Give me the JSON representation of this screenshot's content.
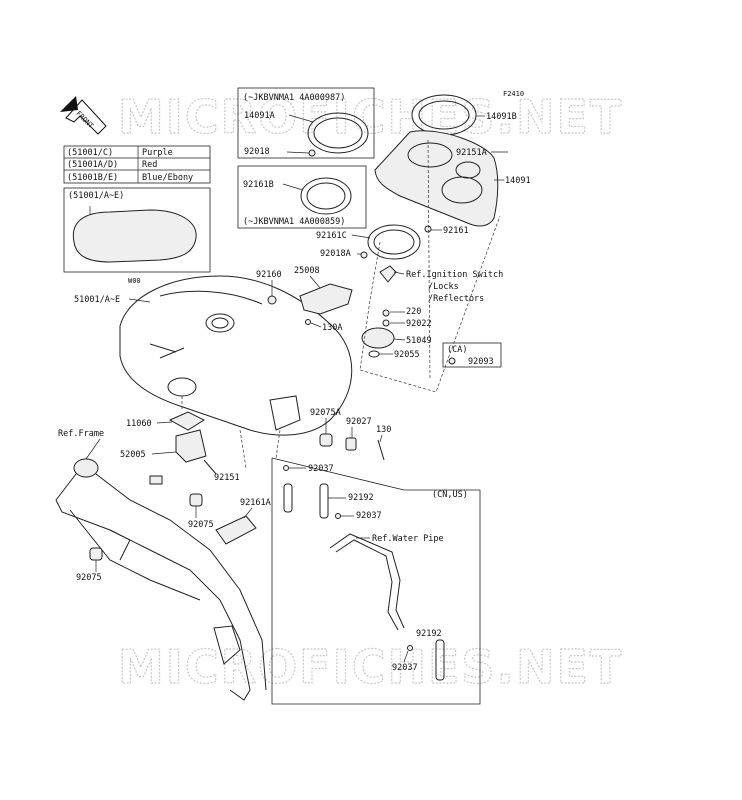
{
  "watermark": "MICROFICHES.NET",
  "figure_code": "F2410",
  "front_label": "FRONT",
  "color_table": [
    {
      "code": "(51001/C)",
      "color": "Purple"
    },
    {
      "code": "(51001A/D)",
      "color": "Red"
    },
    {
      "code": "(51001B/E)",
      "color": "Blue/Ebony"
    }
  ],
  "inset_tank": {
    "label": "(51001/A~E)",
    "caption": "W00"
  },
  "serial_notes": {
    "a": "(~JKBVNMA1 4A000987)",
    "b": "(~JKBVNMA1 4A000859)"
  },
  "region_boxes": {
    "ca": "(CA)",
    "cn_us": "(CN,US)"
  },
  "refs": {
    "ignition": "Ref.Ignition Switch",
    "locks": "/Locks",
    "reflectors": "/Reflectors",
    "frame": "Ref.Frame",
    "water_pipe": "Ref.Water Pipe"
  },
  "parts": {
    "p14091A": "14091A",
    "p14091B": "14091B",
    "p92018": "92018",
    "p92151A": "92151A",
    "p14091": "14091",
    "p92161B": "92161B",
    "p92161": "92161",
    "p92161C": "92161C",
    "p92018A": "92018A",
    "p92160": "92160",
    "p25008": "25008",
    "p51001": "51001/A~E",
    "p130A": "130A",
    "p220": "220",
    "p92022": "92022",
    "p51049": "51049",
    "p92055": "92055",
    "p92093": "92093",
    "p11060": "11060",
    "p52005": "52005",
    "p92151": "92151",
    "p92075A": "92075A",
    "p92027": "92027",
    "p130": "130",
    "p92037a": "92037",
    "p92192a": "92192",
    "p92037b": "92037",
    "p92075a": "92075",
    "p92161A": "92161A",
    "p92075b": "92075",
    "p92192b": "92192",
    "p92037c": "92037"
  }
}
